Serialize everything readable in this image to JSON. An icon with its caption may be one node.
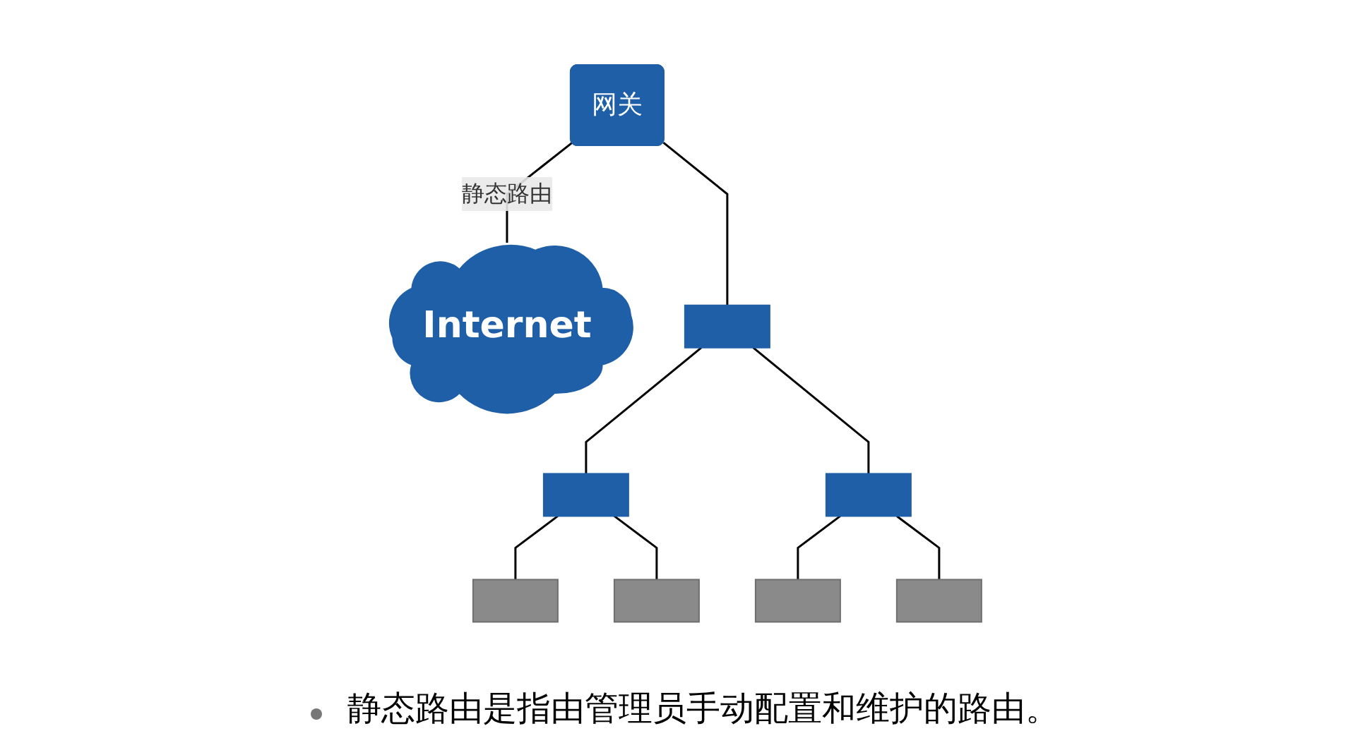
{
  "diagram": {
    "caption": "静态路由是指由管理员手动配置和维护的路由。",
    "nodes": [
      {
        "text": [
          "网关"
        ]
      },
      {
        "text": [
          "Internet"
        ]
      },
      {
        "text": [],
        "shape": "box"
      },
      {
        "text": [],
        "shape": "box"
      },
      {
        "text": [],
        "shape": "box"
      },
      {
        "text": [],
        "shape": "computer"
      },
      {
        "text": [],
        "shape": "computer"
      },
      {
        "text": [],
        "shape": "computer"
      },
      {
        "text": [],
        "shape": "computer"
      }
    ],
    "edges": [
      {
        "from": 0,
        "to": 1,
        "arrow": "none",
        "label": "静态路由"
      },
      {
        "from": 0,
        "to": 2,
        "arrow": "none"
      },
      {
        "from": 2,
        "to": 3,
        "arrow": "none"
      },
      {
        "from": 2,
        "to": 4,
        "arrow": "none"
      },
      {
        "from": 3,
        "to": 5,
        "arrow": "none"
      },
      {
        "from": 3,
        "to": 6,
        "arrow": "none"
      },
      {
        "from": 4,
        "to": 7,
        "arrow": "none"
      },
      {
        "from": 4,
        "to": 8,
        "arrow": "none"
      }
    ]
  }
}
